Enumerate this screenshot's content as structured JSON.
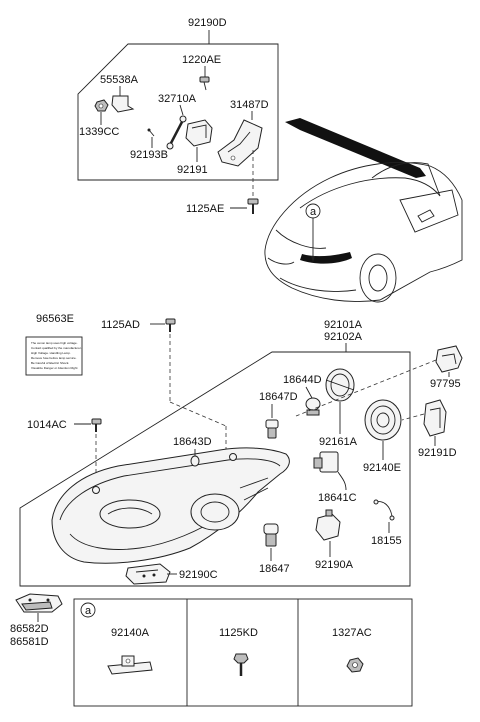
{
  "labels": {
    "top_group": "92190D",
    "bolt_top": "1220AE",
    "bracket_nut": "55538A",
    "sensor": "32710A",
    "bracket": "31487D",
    "nut": "1339CC",
    "rod": "92193B",
    "module": "92191",
    "screw_side": "1125AE",
    "warning_label": "96563E",
    "screw_mid": "1125AD",
    "assembly_1": "92101A",
    "assembly_2": "92102A",
    "screw_left": "1014AC",
    "bulb_small": "18647D",
    "holder_cap": "18644D",
    "cap_right": "97795",
    "bulb_side": "18643D",
    "ring": "92161A",
    "cover": "92140E",
    "ballast": "92191D",
    "socket": "18641C",
    "wire": "18155",
    "bulb_low": "18647",
    "socket_lower": "92190A",
    "module_bottom": "92190C",
    "bracket_a": "86582D",
    "bracket_b": "86581D",
    "detail_marker": "a",
    "car_marker": "a",
    "detail_1": "92140A",
    "detail_2": "1125KD",
    "detail_3": "1327AC"
  },
  "warning_text": [
    "The xenon lamp uses high voltage.",
    "Contact qualified by the manufacturer.",
    "High Voltage. Handling Lamp.",
    "Remove fuse before lamp service.",
    "Be Careful of Electric Shock.",
    "Visualize Danger or Attention Right"
  ]
}
